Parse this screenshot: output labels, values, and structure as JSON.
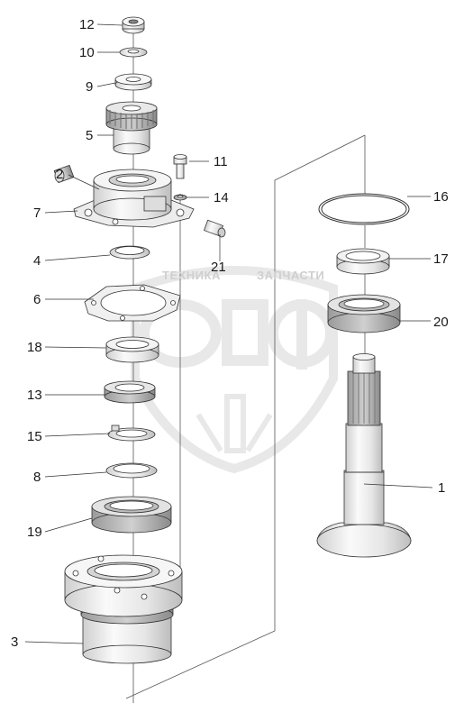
{
  "watermark": {
    "brand_left": "ТЕХНИКА",
    "brand_right": "ЗАПЧАСТИ",
    "logo_letters": "ЭПФ"
  },
  "callouts": [
    {
      "id": "12",
      "label": "12"
    },
    {
      "id": "10",
      "label": "10"
    },
    {
      "id": "9",
      "label": "9"
    },
    {
      "id": "5",
      "label": "5"
    },
    {
      "id": "2",
      "label": "2"
    },
    {
      "id": "7",
      "label": "7"
    },
    {
      "id": "4",
      "label": "4"
    },
    {
      "id": "6",
      "label": "6"
    },
    {
      "id": "18",
      "label": "18"
    },
    {
      "id": "13",
      "label": "13"
    },
    {
      "id": "15",
      "label": "15"
    },
    {
      "id": "8",
      "label": "8"
    },
    {
      "id": "19",
      "label": "19"
    },
    {
      "id": "3",
      "label": "3"
    },
    {
      "id": "11",
      "label": "11"
    },
    {
      "id": "14",
      "label": "14"
    },
    {
      "id": "21",
      "label": "21"
    },
    {
      "id": "16",
      "label": "16"
    },
    {
      "id": "17",
      "label": "17"
    },
    {
      "id": "20",
      "label": "20"
    },
    {
      "id": "1",
      "label": "1"
    }
  ],
  "colors": {
    "line": "#333333",
    "part_fill": "#f2f2f2",
    "part_shade": "#d9d9d9",
    "watermark": "#d6d6d6"
  }
}
